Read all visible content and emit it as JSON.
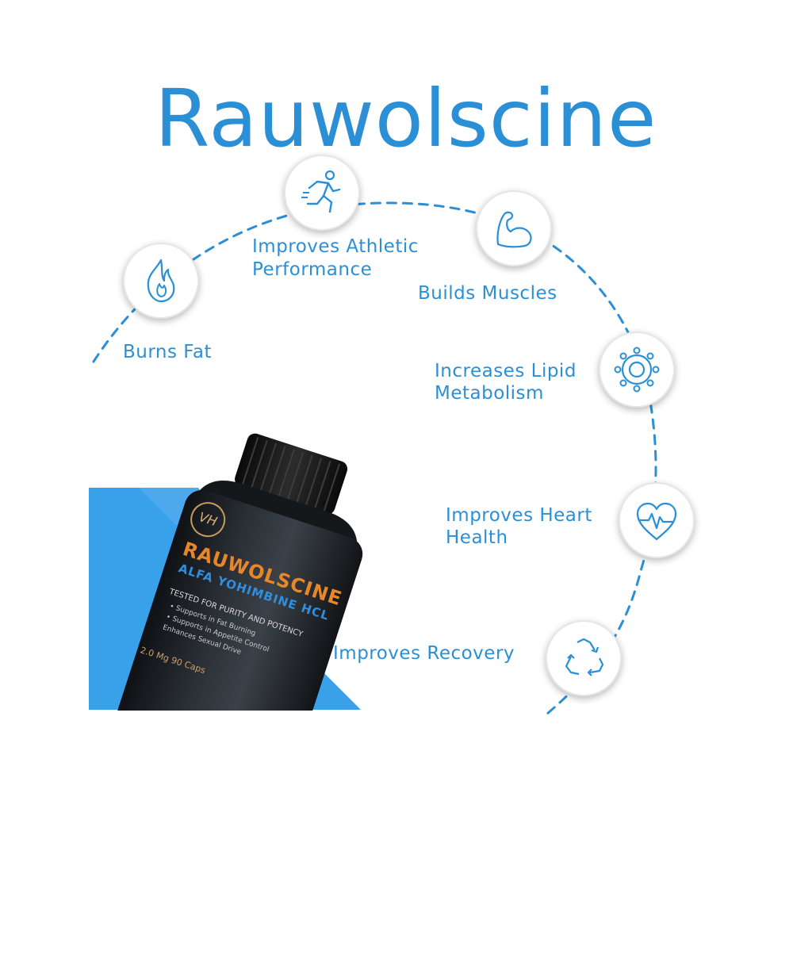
{
  "title": "Rauwolscine",
  "benefits": [
    {
      "label": "Burns Fat",
      "icon": "flame-icon"
    },
    {
      "label_line1": "Improves Athletic",
      "label_line2": "Performance",
      "icon": "runner-icon"
    },
    {
      "label": "Builds Muscles",
      "icon": "flexed-arm-icon"
    },
    {
      "label_line1": "Increases Lipid",
      "label_line2": "Metabolism",
      "icon": "molecule-icon"
    },
    {
      "label_line1": "Improves Heart",
      "label_line2": "Health",
      "icon": "heart-pulse-icon"
    },
    {
      "label": "Improves Recovery",
      "icon": "recycle-icon"
    }
  ],
  "product": {
    "logo": "VH",
    "name": "RAUWOLSCINE",
    "subtitle": "ALFA YOHIMBINE HCL",
    "tested": "TESTED FOR PURITY AND POTENCY",
    "bullets": [
      "• Supports in Fat Burning",
      "• Supports in Appetite Control",
      "Enhances Sexual Drive"
    ],
    "dose": "2.0 Mg 90 Caps"
  },
  "colors": {
    "accent": "#2b8fd6",
    "bottle": "#1c1f23",
    "label_orange": "#e8862a",
    "label_blue": "#2f8fe0",
    "blue_backdrop": "#3aa0ea"
  }
}
